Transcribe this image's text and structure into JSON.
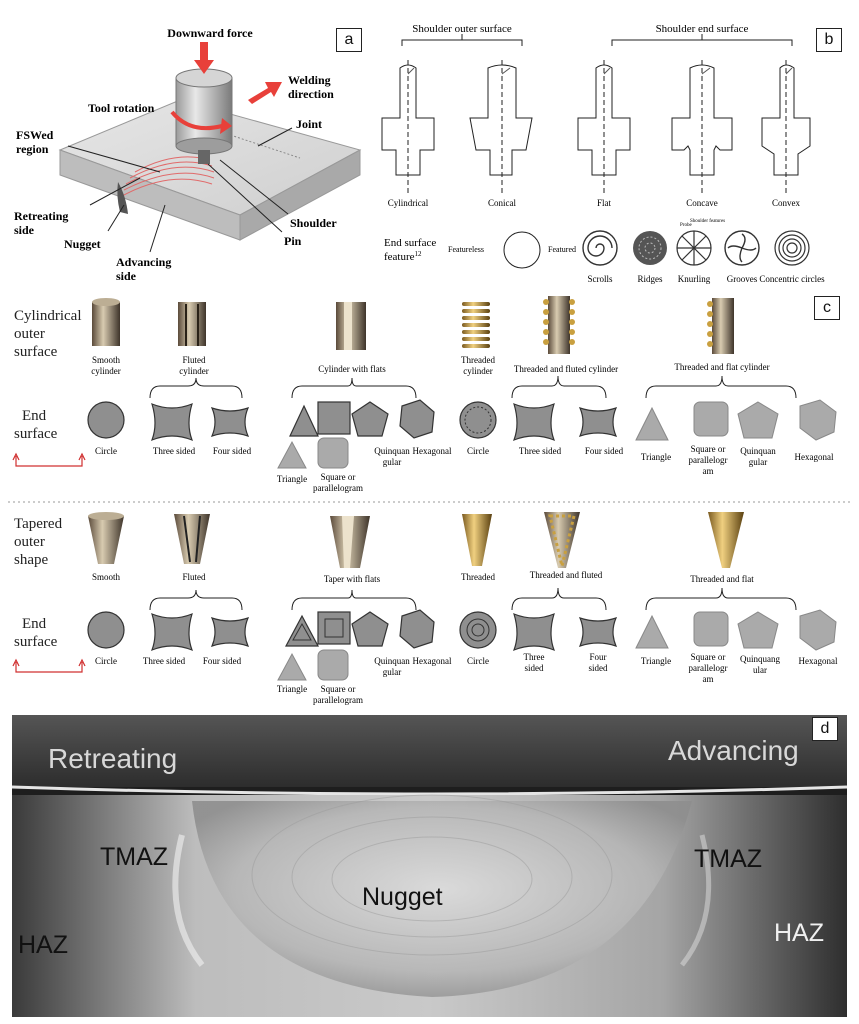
{
  "panel_a": {
    "tag": "a",
    "downward_force": "Downward force",
    "welding_direction_1": "Welding",
    "welding_direction_2": "direction",
    "tool_rotation": "Tool rotation",
    "joint": "Joint",
    "fswed_1": "FSWed",
    "fswed_2": "region",
    "retreating_1": "Retreating",
    "retreating_2": "side",
    "nugget": "Nugget",
    "advancing_1": "Advancing",
    "advancing_2": "side",
    "shoulder": "Shoulder",
    "pin": "Pin"
  },
  "panel_b": {
    "tag": "b",
    "outer_title": "Shoulder outer surface",
    "end_title": "Shoulder end surface",
    "tools": [
      "Cylindrical",
      "Conical",
      "Flat",
      "Concave",
      "Convex"
    ],
    "feature_1": "End surface",
    "feature_2": "feature",
    "feature_sup": "12",
    "featureless": "Featureless",
    "featured": "Featured",
    "probe": "Probe",
    "shoulder_features": "Shoulder features",
    "features": [
      "Scrolls",
      "Ridges",
      "Knurling",
      "Grooves",
      "Concentric circles"
    ]
  },
  "panel_c": {
    "tag": "c",
    "cyl_outer": [
      "Cylindrical",
      "outer",
      "surface"
    ],
    "taper_outer": [
      "Tapered",
      "outer",
      "shape"
    ],
    "end_surface": [
      "End",
      "surface"
    ],
    "cyl_labels": {
      "smooth": [
        "Smooth",
        "cylinder"
      ],
      "fluted": [
        "Fluted",
        "cylinder"
      ],
      "flats": "Cylinder with flats",
      "threaded": [
        "Threaded",
        "cylinder"
      ],
      "threaded_fluted": "Threaded and fluted cylinder",
      "threaded_flat": "Threaded and flat cylinder"
    },
    "taper_labels": {
      "smooth": "Smooth",
      "fluted": "Fluted",
      "flats": "Taper with flats",
      "threaded": "Threaded",
      "threaded_fluted": "Threaded and fluted",
      "threaded_flat": "Threaded and flat"
    },
    "circle": "Circle",
    "three_sided": "Three sided",
    "four_sided": "Four sided",
    "three_sided_split": [
      "Three",
      "sided"
    ],
    "four_sided_split": [
      "Four",
      "sided"
    ],
    "triangle": "Triangle",
    "square_or": "Square or",
    "parallelogram": "parallelogram",
    "quinquangular": [
      "Quinquan",
      "gular"
    ],
    "quinquangular_alt": [
      "Quinquang",
      "ular"
    ],
    "hexagonal": "Hexagonal",
    "square_par_split": [
      "Square or",
      "parallelogr",
      "am"
    ]
  },
  "panel_d": {
    "tag": "d",
    "retreating": "Retreating",
    "advancing": "Advancing",
    "tmaz_left": "TMAZ",
    "tmaz_right": "TMAZ",
    "nugget": "Nugget",
    "haz_left": "HAZ",
    "haz_right": "HAZ"
  },
  "colors": {
    "arrow_red": "#e8403a",
    "shape_grey": "#8a8a8a",
    "bracket_red": "#d03030"
  }
}
